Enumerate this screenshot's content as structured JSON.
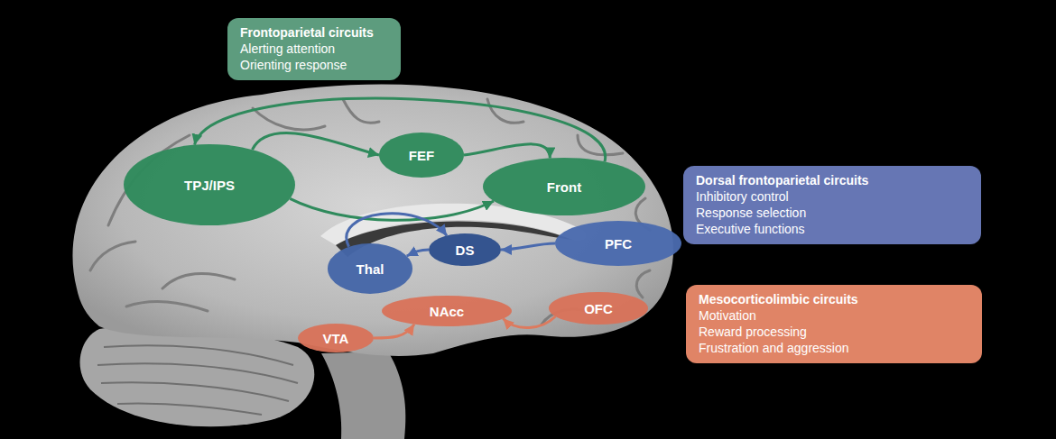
{
  "diagram": {
    "nodes": [
      {
        "text": [
          "Frontoparietal circuits",
          "Alerting attention",
          "Orienting response"
        ]
      },
      {
        "text": [
          "TPJ/IPS"
        ]
      },
      {
        "text": [
          "FEF"
        ]
      },
      {
        "text": [
          "Front"
        ]
      },
      {
        "text": [
          "Dorsal frontoparietal circuits",
          "Inhibitory control",
          "Response selection",
          "Executive functions"
        ]
      },
      {
        "text": [
          "DS"
        ]
      },
      {
        "text": [
          "PFC"
        ]
      },
      {
        "text": [
          "Thal"
        ]
      },
      {
        "text": [
          "NAcc"
        ]
      },
      {
        "text": [
          "OFC"
        ]
      },
      {
        "text": [
          "Mesocorticolimbic circuits",
          "Motivation",
          "Reward processing",
          "Frustration and aggression"
        ]
      },
      {
        "text": [
          "VTA"
        ]
      }
    ],
    "edges": [
      {
        "from": 1,
        "to": 2,
        "arrow": "to"
      },
      {
        "from": 2,
        "to": 3,
        "arrow": "to"
      },
      {
        "from": 3,
        "to": 1,
        "arrow": "to"
      },
      {
        "from": 1,
        "to": 3,
        "arrow": "to"
      },
      {
        "from": 6,
        "to": 5,
        "arrow": "to"
      },
      {
        "from": 5,
        "to": 7,
        "arrow": "to"
      },
      {
        "from": 7,
        "to": 5,
        "arrow": "to"
      },
      {
        "from": 11,
        "to": 8,
        "arrow": "to"
      },
      {
        "from": 9,
        "to": 8,
        "arrow": "to"
      }
    ]
  }
}
